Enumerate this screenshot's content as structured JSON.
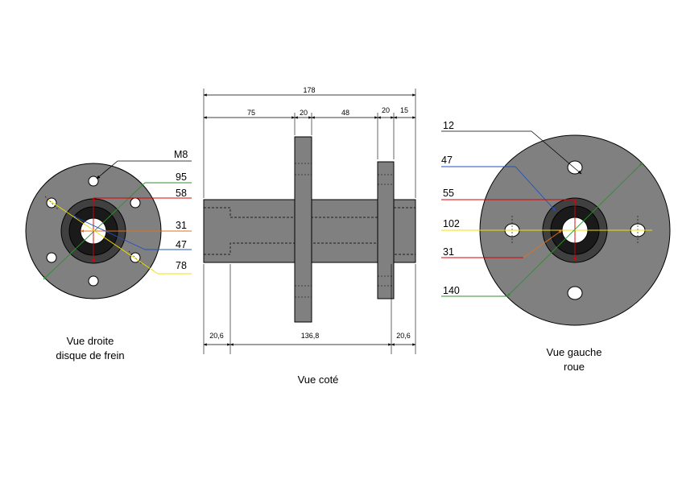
{
  "colors": {
    "part": "#808080",
    "hub": "#404040",
    "bore": "#ffffff",
    "red": "#e00000",
    "green": "#2f8f2f",
    "yellow": "#f0e000",
    "blue": "#2050c0",
    "orange": "#e07020"
  },
  "left_view": {
    "labels": [
      "M8",
      "95",
      "58",
      "31",
      "47",
      "78"
    ],
    "caption_line1": "Vue droite",
    "caption_line2": "disque de frein"
  },
  "side_view": {
    "dims_top": {
      "total": "178",
      "d1": "75",
      "d2": "20",
      "d3": "48",
      "d4": "20",
      "d5": "15"
    },
    "dims_bottom": {
      "left": "20,6",
      "middle": "136,8",
      "right": "20,6"
    },
    "caption": "Vue coté"
  },
  "right_view": {
    "labels": [
      "12",
      "47",
      "55",
      "102",
      "31",
      "140"
    ],
    "caption_line1": "Vue gauche",
    "caption_line2": "roue"
  }
}
